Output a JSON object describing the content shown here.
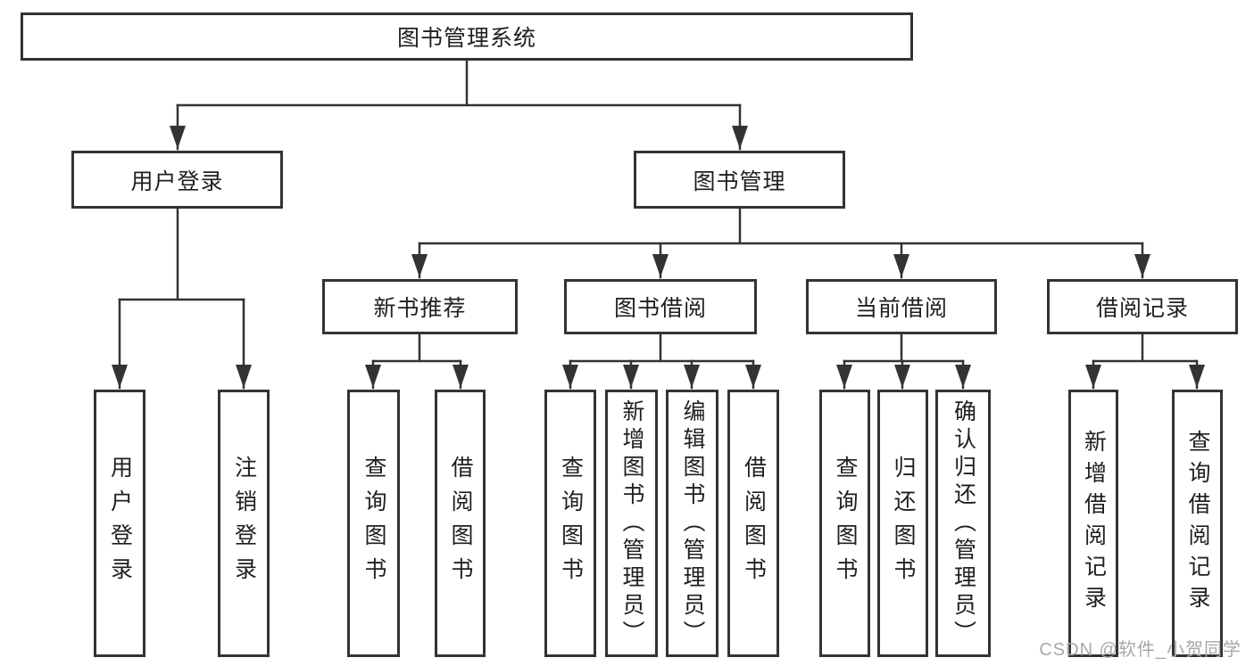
{
  "diagram": {
    "root": "图书管理系统",
    "children": [
      {
        "label": "用户登录",
        "children": [
          "用户登录",
          "注销登录"
        ]
      },
      {
        "label": "图书管理",
        "children": [
          {
            "label": "新书推荐",
            "children": [
              "查询图书",
              "借阅图书"
            ]
          },
          {
            "label": "图书借阅",
            "children": [
              "查询图书",
              "新增图书（管理员）",
              "编辑图书（管理员）",
              "借阅图书"
            ]
          },
          {
            "label": "当前借阅",
            "children": [
              "查询图书",
              "归还图书",
              "确认归还（管理员）"
            ]
          },
          {
            "label": "借阅记录",
            "children": [
              "新增借阅记录",
              "查询借阅记录"
            ]
          }
        ]
      }
    ]
  },
  "watermark": "CSDN @软件_小贺同学",
  "colors": {
    "line": "#333333",
    "box_border": "#333333",
    "box_fill": "#ffffff",
    "text": "#1f1f1f",
    "watermark": "#a8a8a8",
    "background": "#ffffff"
  }
}
